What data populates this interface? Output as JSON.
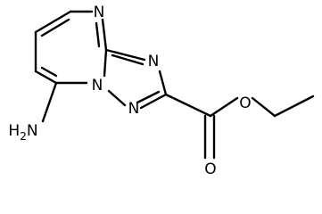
{
  "diagram": {
    "type": "chemical-structure",
    "atoms": {
      "n_ring_top": "N",
      "n_triazole_upper": "N",
      "n_bridge": "N",
      "n_triazole_lower": "N",
      "o_ether": "O",
      "o_carbonyl": "O",
      "amine": "H2N"
    },
    "colors": {
      "bond": "#000000",
      "label": "#000000",
      "background": "#ffffff"
    }
  }
}
